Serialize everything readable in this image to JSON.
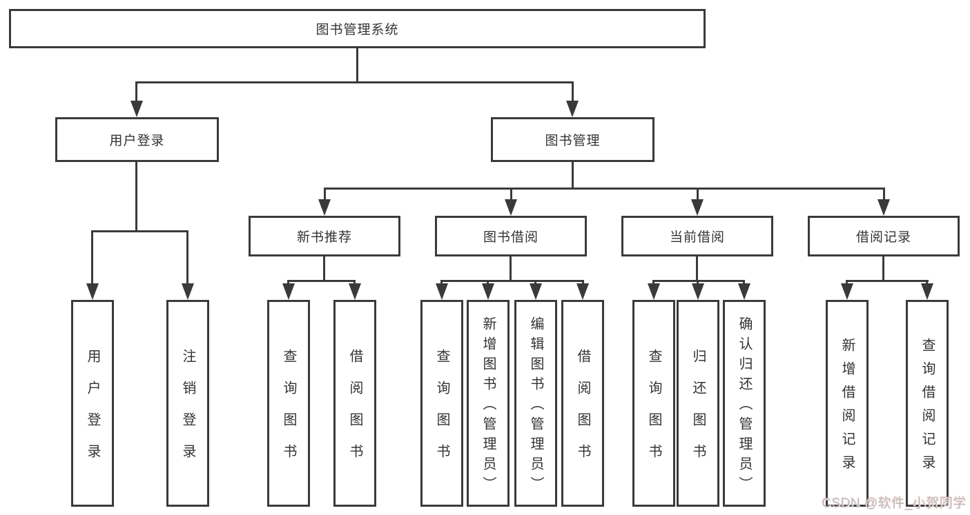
{
  "diagram": {
    "type": "hierarchy-chart",
    "colors": {
      "line": "#3a3a3a",
      "text": "#333333",
      "box_background": "#ffffff",
      "page_background": "#ffffff",
      "watermark_text": "#bdbdbd",
      "watermark_tint": "#f29696"
    },
    "tree": {
      "root": {
        "label": "图书管理系统"
      },
      "children": [
        {
          "label": "用户登录",
          "children": [
            {
              "label": "用户登录"
            },
            {
              "label": "注销登录"
            }
          ]
        },
        {
          "label": "图书管理",
          "children": [
            {
              "label": "新书推荐",
              "children": [
                {
                  "label": "查询图书"
                },
                {
                  "label": "借阅图书"
                }
              ]
            },
            {
              "label": "图书借阅",
              "children": [
                {
                  "label": "查询图书"
                },
                {
                  "label": "新增图书（管理员）"
                },
                {
                  "label": "编辑图书（管理员）"
                },
                {
                  "label": "借阅图书"
                }
              ]
            },
            {
              "label": "当前借阅",
              "children": [
                {
                  "label": "查询图书"
                },
                {
                  "label": "归还图书"
                },
                {
                  "label": "确认归还（管理员）"
                }
              ]
            },
            {
              "label": "借阅记录",
              "children": [
                {
                  "label": "新增借阅记录"
                },
                {
                  "label": "查询借阅记录"
                }
              ]
            }
          ]
        }
      ]
    },
    "watermark": {
      "text": "CSDN @软件_小贺同学"
    }
  }
}
